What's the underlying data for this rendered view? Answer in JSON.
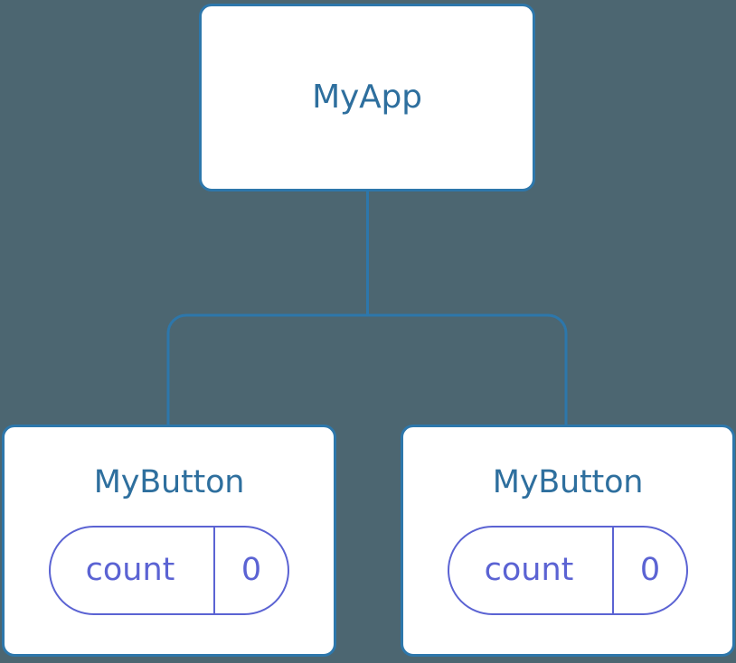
{
  "diagram": {
    "type": "component-tree",
    "background_color": "#4c6671",
    "node_fill": "#ffffff",
    "node_border_color": "#2d77ab",
    "title_color": "#2e6f9e",
    "state_color": "#5b63d3",
    "edge_color": "#2d77ab"
  },
  "root": {
    "title": "MyApp"
  },
  "children": [
    {
      "title": "MyButton",
      "state": {
        "key": "count",
        "value": "0"
      }
    },
    {
      "title": "MyButton",
      "state": {
        "key": "count",
        "value": "0"
      }
    }
  ]
}
